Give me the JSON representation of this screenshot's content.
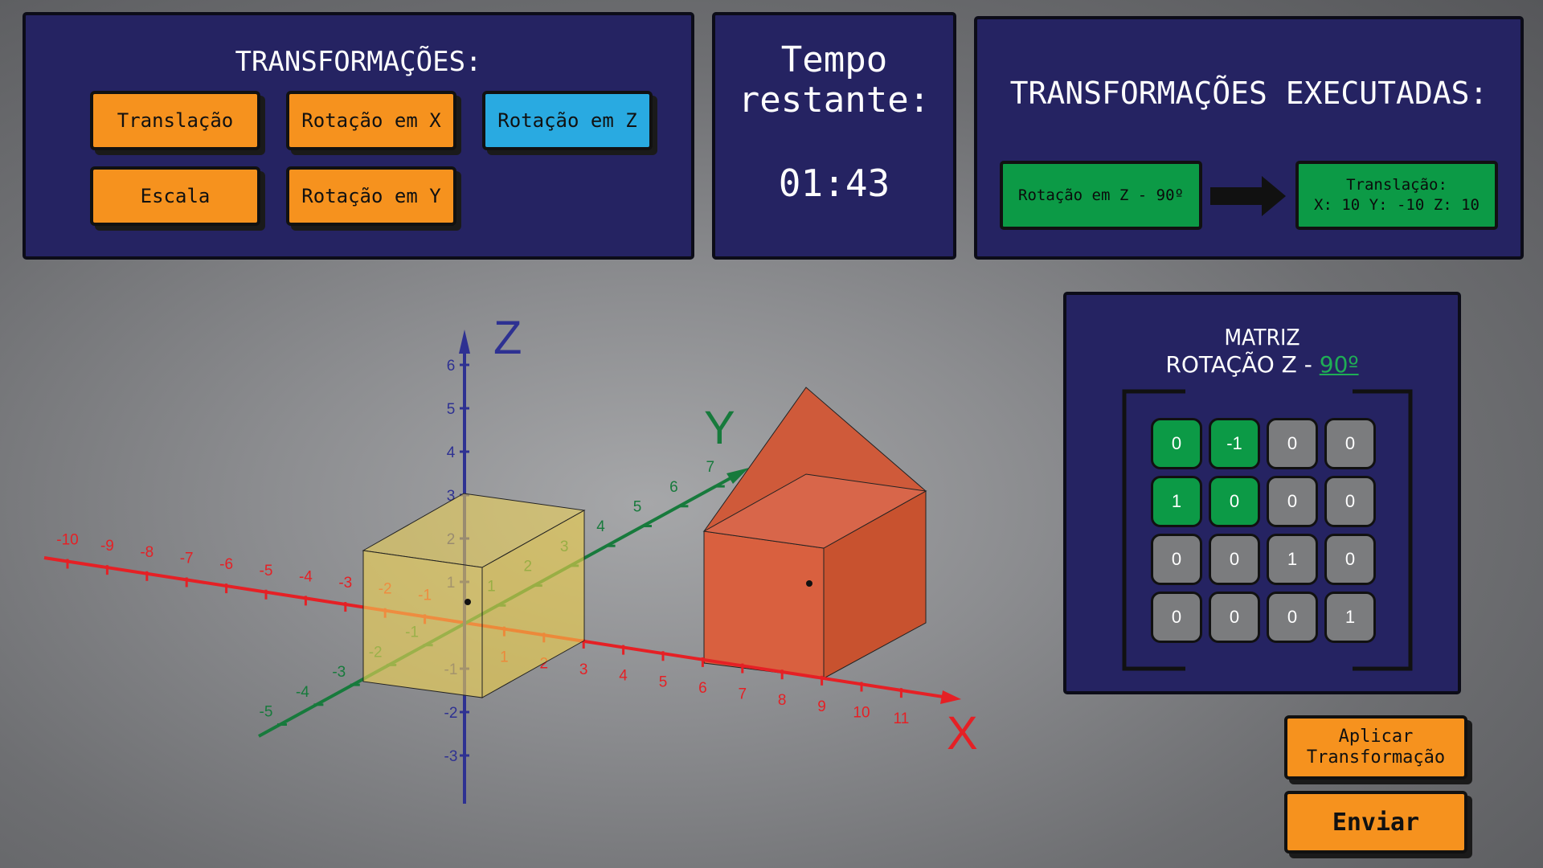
{
  "transforms_panel": {
    "title": "TRANSFORMAÇÕES:",
    "buttons": [
      {
        "label": "Translação"
      },
      {
        "label": "Rotação em X"
      },
      {
        "label": "Rotação em Z"
      },
      {
        "label": "Escala"
      },
      {
        "label": "Rotação em Y"
      }
    ]
  },
  "timer": {
    "title_line1": "Tempo",
    "title_line2": "restante:",
    "value": "01:43"
  },
  "executed": {
    "title": "TRANSFORMAÇÕES EXECUTADAS:",
    "steps": [
      {
        "line1": "Rotação em Z - 90º",
        "line2": ""
      },
      {
        "line1": "Translação:",
        "line2": "X: 10 Y: -10 Z: 10"
      }
    ]
  },
  "matrix": {
    "title_line1": "MATRIZ",
    "title_prefix": "ROTAÇÃO Z - ",
    "angle": "90º",
    "cells": [
      [
        "0",
        "-1",
        "0",
        "0"
      ],
      [
        "1",
        "0",
        "0",
        "0"
      ],
      [
        "0",
        "0",
        "1",
        "0"
      ],
      [
        "0",
        "0",
        "0",
        "1"
      ]
    ]
  },
  "actions": {
    "apply_line1": "Aplicar",
    "apply_line2": "Transformação",
    "send": "Enviar"
  },
  "axes": {
    "x_label": "X",
    "y_label": "Y",
    "z_label": "Z",
    "x_ticks": [
      "-10",
      "-9",
      "-8",
      "-7",
      "-6",
      "-5",
      "-4",
      "-3",
      "-2",
      "-1",
      "1",
      "2",
      "3",
      "4",
      "5",
      "6",
      "7",
      "8",
      "9",
      "10",
      "11"
    ],
    "y_ticks": [
      "-5",
      "-4",
      "-3",
      "-2",
      "-1",
      "1",
      "2",
      "3",
      "4",
      "5",
      "6",
      "7"
    ],
    "z_ticks": [
      "-3",
      "-2",
      "-1",
      "1",
      "2",
      "3",
      "4",
      "5",
      "6"
    ]
  },
  "colors": {
    "panel": "#252362",
    "orange": "#f6921e",
    "blue": "#29aae1",
    "green": "#0c9a46",
    "x_axis": "#e52025",
    "y_axis": "#177a3c",
    "z_axis": "#2e3192",
    "yellow_cube": "#f3d553",
    "red_cube": "#d9603f"
  }
}
